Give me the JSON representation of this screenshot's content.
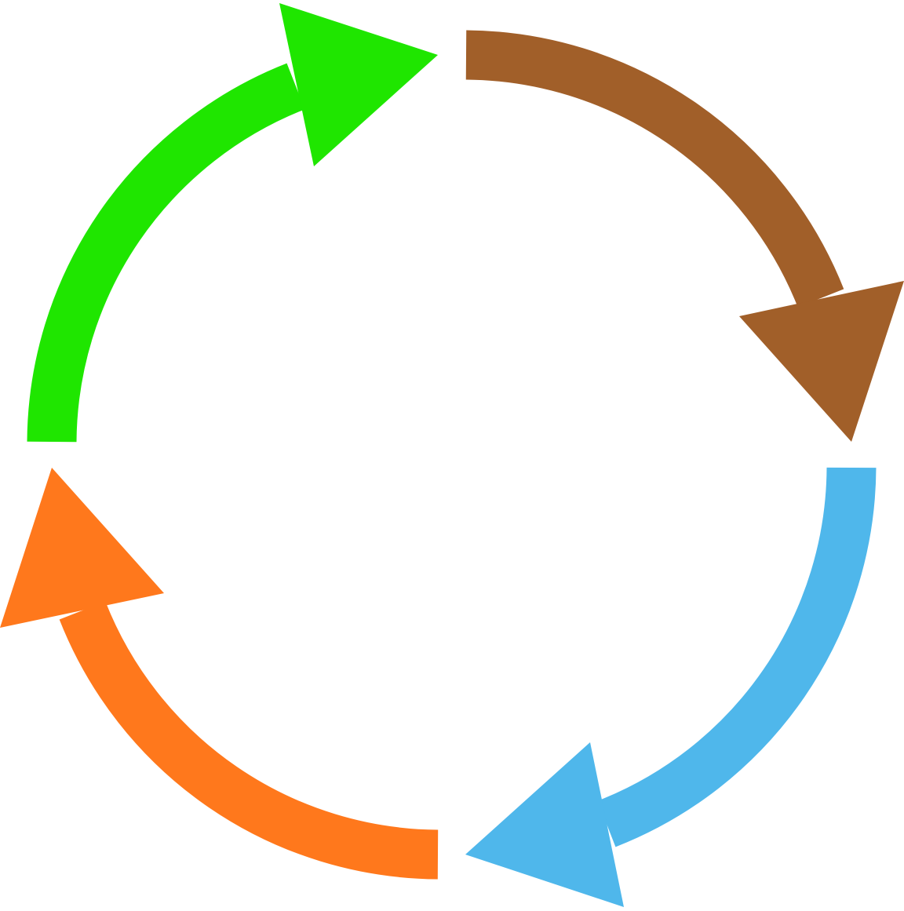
{
  "diagram": {
    "type": "cycle",
    "direction": "clockwise",
    "text": "",
    "arrows": [
      {
        "id": "top-right",
        "color": "#A15F29",
        "icon": "curved-arrow-icon"
      },
      {
        "id": "bottom-right",
        "color": "#4FB7EB",
        "icon": "curved-arrow-icon"
      },
      {
        "id": "bottom-left",
        "color": "#FF781C",
        "icon": "curved-arrow-icon"
      },
      {
        "id": "top-left",
        "color": "#1FE600",
        "icon": "curved-arrow-icon"
      }
    ]
  }
}
